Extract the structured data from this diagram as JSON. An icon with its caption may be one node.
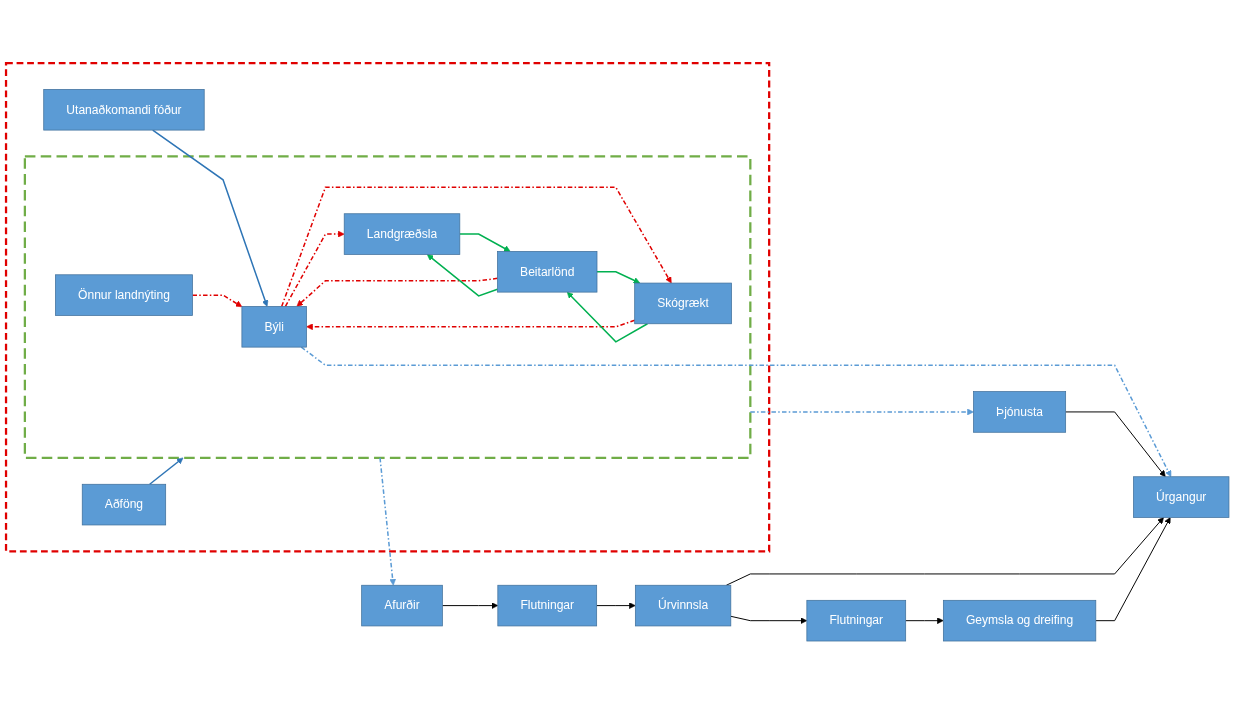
{
  "diagram": {
    "nodes": [
      {
        "text": [],
        "shape": "box"
      },
      {
        "text": [
          "Aðföng"
        ],
        "in": 0
      },
      {
        "text": [
          "Utanaðkomandi fóður"
        ],
        "in": 0
      },
      {
        "text": [],
        "shape": "box",
        "in": 0
      },
      {
        "text": [
          "Býli"
        ],
        "in": 3
      },
      {
        "text": [
          "Landgræðsla"
        ],
        "in": 3
      },
      {
        "text": [
          "Beitarlönd"
        ],
        "in": 3
      },
      {
        "text": [
          "Skógrækt"
        ],
        "in": 3
      },
      {
        "text": [
          "Önnur landnýting"
        ],
        "in": 3
      },
      {
        "text": [
          "Þjónusta"
        ]
      },
      {
        "text": [
          "Afurðir"
        ]
      },
      {
        "text": [
          "Flutningar"
        ]
      },
      {
        "text": [
          "Úrvinnsla"
        ]
      },
      {
        "text": [
          "Flutningar"
        ]
      },
      {
        "text": [
          "Geymsla og dreifing"
        ]
      },
      {
        "text": [
          "Úrgangur"
        ]
      }
    ],
    "edges": [
      {
        "from": 1,
        "to": 3,
        "arrow": "to",
        "color": "#2e75b6"
      },
      {
        "from": 2,
        "to": 4,
        "arrow": "to",
        "color": "#2e75b6"
      },
      {
        "from": 4,
        "to": 5,
        "arrow": "to",
        "style": "dashed",
        "color": "#e00000"
      },
      {
        "from": 6,
        "to": 4,
        "arrow": "to",
        "style": "dashed",
        "color": "#e00000"
      },
      {
        "from": 4,
        "to": 7,
        "arrow": "to",
        "style": "dashed",
        "color": "#e00000"
      },
      {
        "from": 7,
        "to": 4,
        "arrow": "to",
        "style": "dashed",
        "color": "#e00000"
      },
      {
        "from": 8,
        "to": 4,
        "arrow": "to",
        "style": "dashed",
        "color": "#e00000"
      },
      {
        "from": 5,
        "to": 6,
        "arrow": "to",
        "color": "#00b050"
      },
      {
        "from": 6,
        "to": 5,
        "arrow": "to",
        "color": "#00b050"
      },
      {
        "from": 6,
        "to": 7,
        "arrow": "to",
        "color": "#00b050"
      },
      {
        "from": 7,
        "to": 6,
        "arrow": "to",
        "color": "#00b050"
      },
      {
        "from": 3,
        "to": 9,
        "arrow": "to",
        "style": "dashed",
        "color": "#5b9bd5"
      },
      {
        "from": 3,
        "to": 10,
        "arrow": "to",
        "style": "dashed",
        "color": "#5b9bd5"
      },
      {
        "from": 4,
        "to": 15,
        "arrow": "to",
        "style": "dashed",
        "color": "#5b9bd5"
      },
      {
        "from": 9,
        "to": 15,
        "arrow": "to"
      },
      {
        "from": 10,
        "to": 11,
        "arrow": "to"
      },
      {
        "from": 11,
        "to": 12,
        "arrow": "to"
      },
      {
        "from": 12,
        "to": 13,
        "arrow": "to"
      },
      {
        "from": 12,
        "to": 15,
        "arrow": "to"
      },
      {
        "from": 13,
        "to": 14,
        "arrow": "to"
      },
      {
        "from": 14,
        "to": 15,
        "arrow": "to"
      }
    ]
  }
}
